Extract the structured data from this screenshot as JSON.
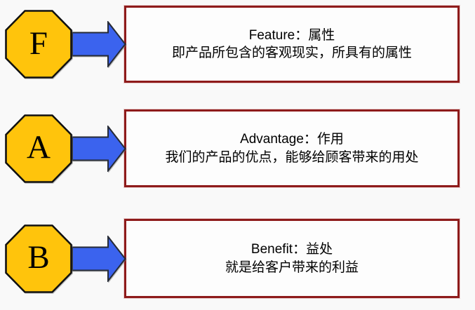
{
  "page": {
    "background": "#f9f9f9",
    "description": "FAB selling-points diagram with three octagon letters pointing to definition boxes"
  },
  "colors": {
    "octagon_fill": "#FFC40C",
    "octagon_border": "#111111",
    "arrow_fill": "#3B63EE",
    "arrow_border": "#262B36",
    "box_border": "#8E1B1B",
    "box_fill": "#FDFDFD",
    "text": "#000000"
  },
  "rows": [
    {
      "letter": "F",
      "title": "Feature：属性",
      "description": "即产品所包含的客观现实，所具有的属性"
    },
    {
      "letter": "A",
      "title": "Advantage：作用",
      "description": "我们的产品的优点，能够给顾客带来的用处"
    },
    {
      "letter": "B",
      "title": "Benefit：益处",
      "description": "就是给客户带来的利益"
    }
  ]
}
